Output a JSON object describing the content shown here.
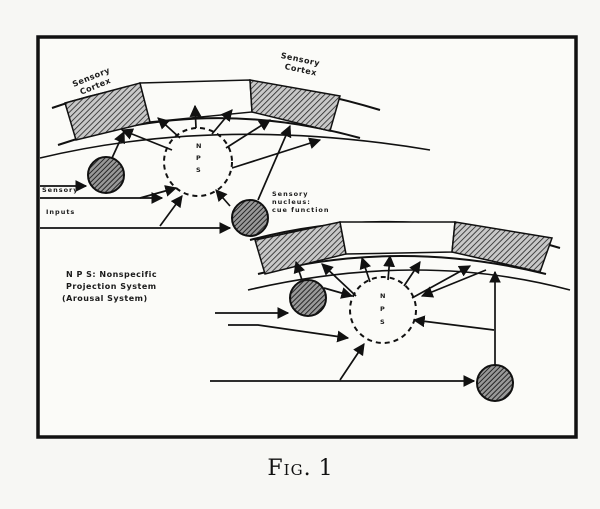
{
  "figure": {
    "caption_prefix": "Fig.",
    "caption_number": "1"
  },
  "labels": {
    "sensory_cortex_left": [
      "Sensory",
      "Cortex"
    ],
    "sensory_cortex_right": [
      "Sensory",
      "Cortex"
    ],
    "sensory_inputs": [
      "Sensory",
      "Inputs"
    ],
    "sensory_nucleus": [
      "Sensory",
      "nucleus:",
      "cue function"
    ],
    "nps_upper": [
      "N",
      "P",
      "S"
    ],
    "nps_lower": [
      "N",
      "P",
      "S"
    ],
    "legend": [
      "N P S: Nonspecific",
      "Projection System",
      "(Arousal System)"
    ]
  }
}
